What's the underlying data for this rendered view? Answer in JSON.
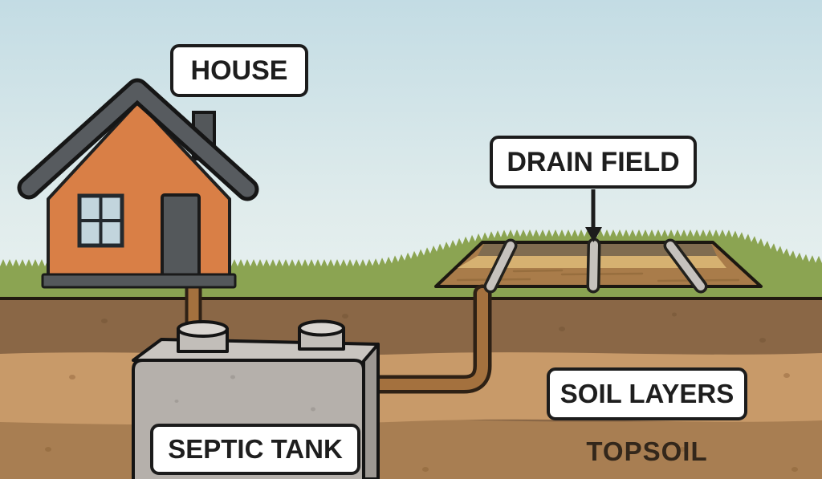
{
  "labels": {
    "house": "HOUSE",
    "drain_field": "DRAIN FIELD",
    "septic_tank": "SEPTIC TANK",
    "soil_layers": "SOIL LAYERS",
    "topsoil": "TOPSOIL"
  },
  "colors": {
    "sky_top": "#c3dce4",
    "sky_bottom": "#e9f1f0",
    "grass": "#8ba452",
    "ground_line": "#221a10",
    "soil_layer_1": "#8a6746",
    "soil_layer_2": "#c89a69",
    "soil_layer_3": "#a87e52",
    "house_wall": "#d97f46",
    "roof_gray": "#575b5f",
    "door_gray": "#54585b",
    "window_blue": "#c2d5dd",
    "tank_front": "#b5b0ab",
    "tank_side": "#9d9893",
    "tank_top": "#c9c5c0",
    "pipe_brown": "#a4713e",
    "pipe_gray": "#c6c2bd",
    "drain_floor": "#a97c4a",
    "drain_back_band": "#806c50",
    "drain_tan_band": "#d6b171",
    "label_border": "#1c1c1c",
    "label_background": "#ffffff",
    "topsoil_text": "#33271b"
  }
}
